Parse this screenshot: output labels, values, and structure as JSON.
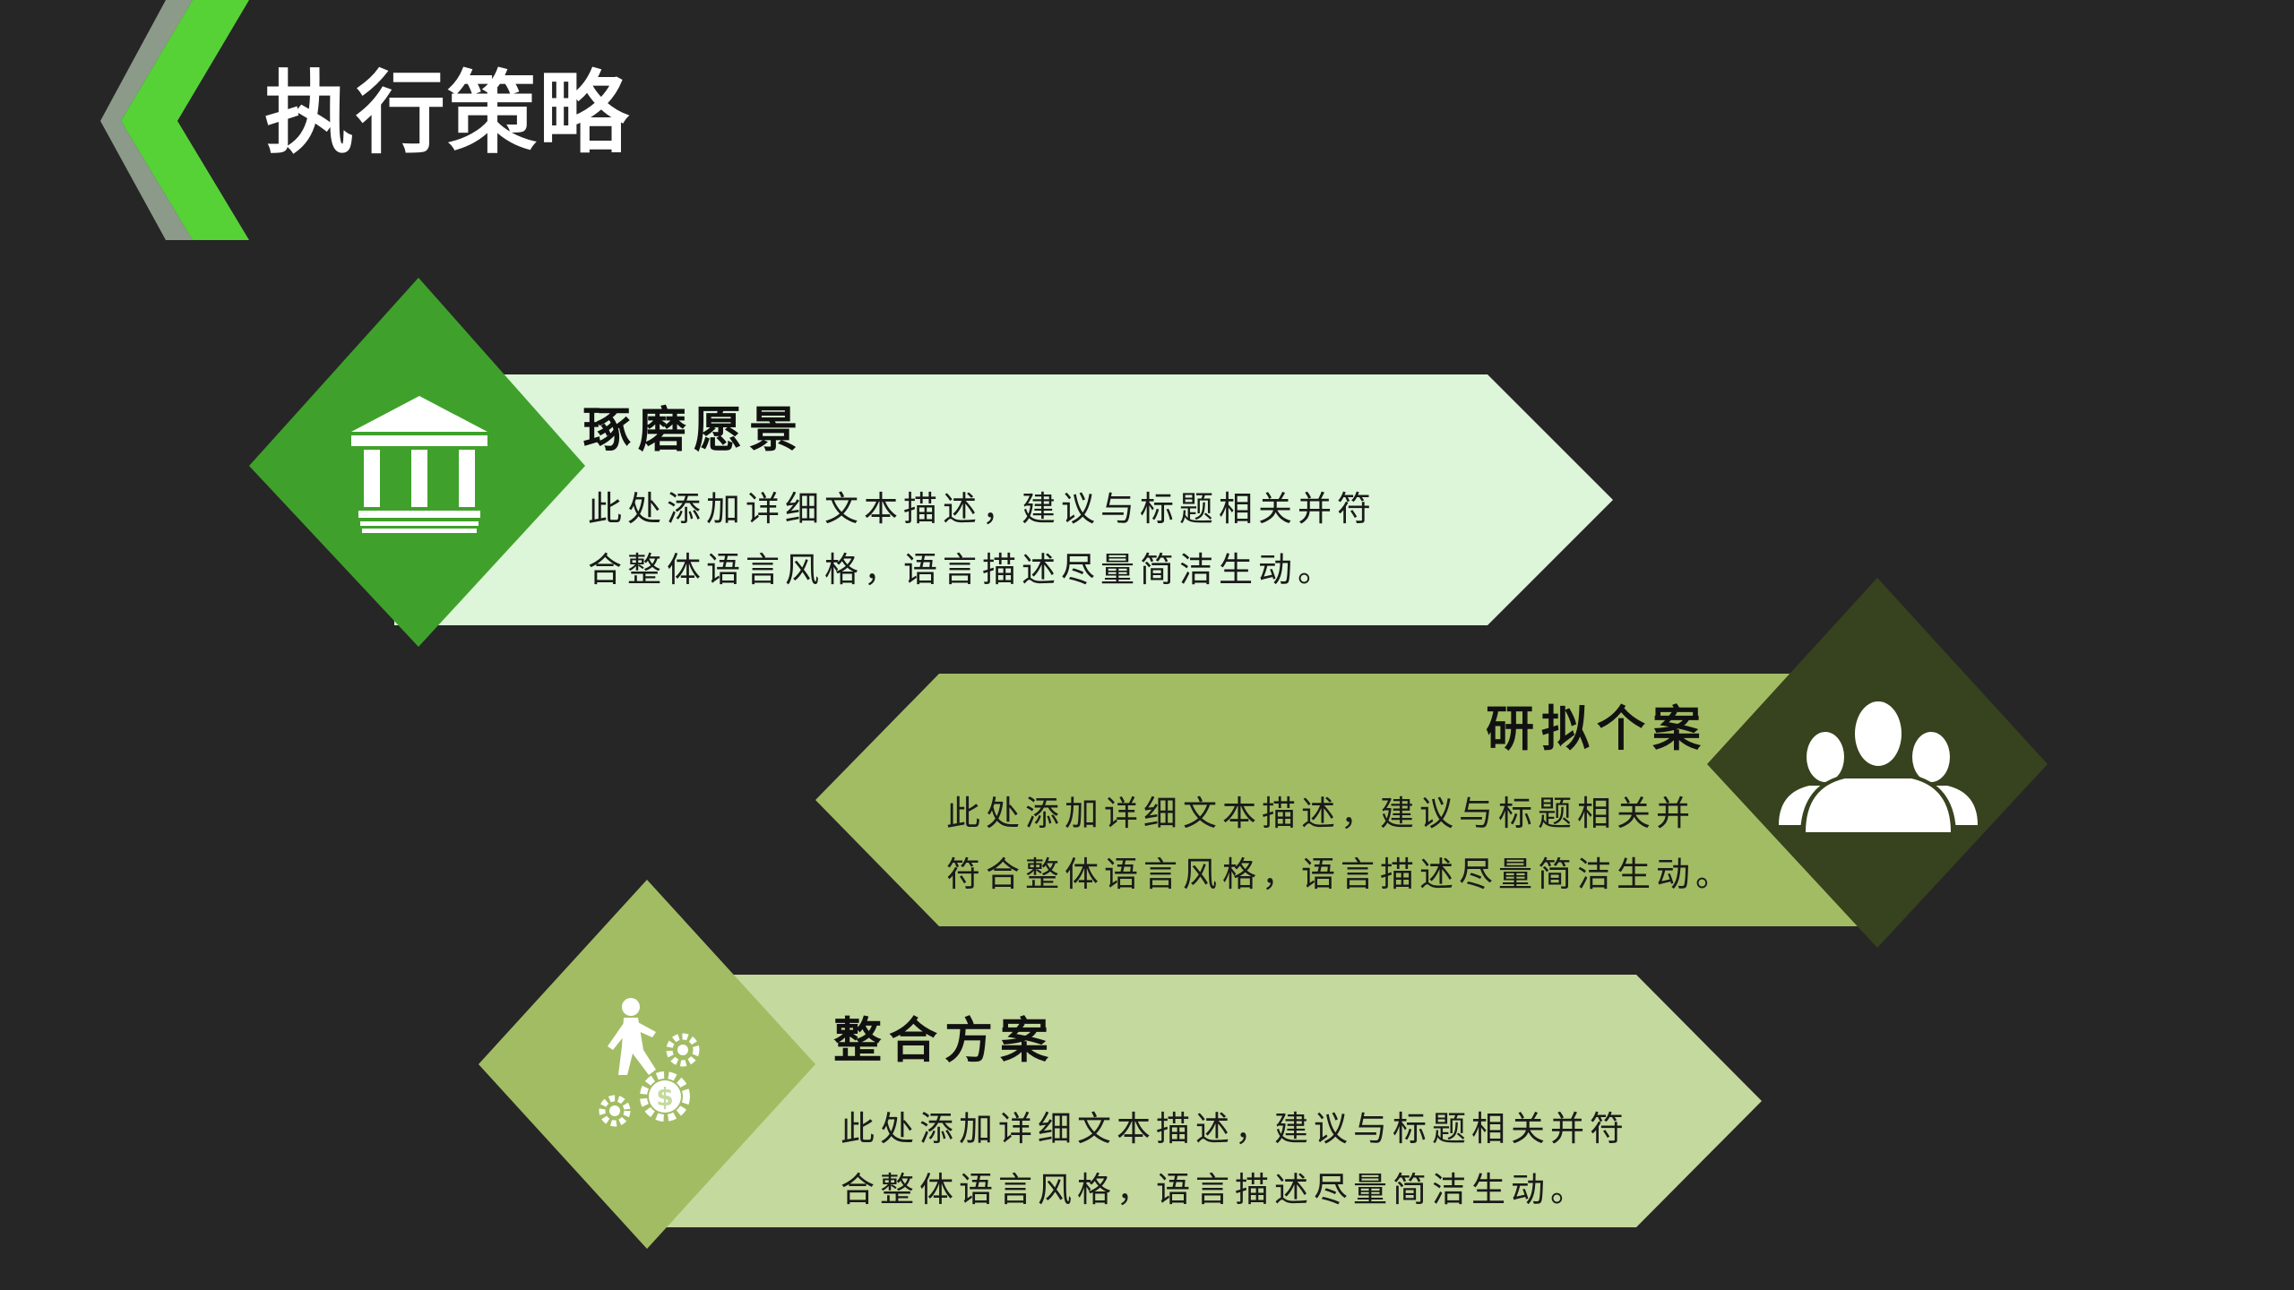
{
  "colors": {
    "background": "#262626",
    "accent_green": "#56d237",
    "accent_gray": "#8c9a8a",
    "card1_fill": "#ddf5d8",
    "card1_diamond": "#3fa12b",
    "card2_fill": "#a2bc64",
    "card2_diamond": "#37421e",
    "card3_fill": "#c4d99d",
    "card3_diamond": "#a2bc64",
    "icon": "#ffffff"
  },
  "header": {
    "title": "执行策略"
  },
  "items": [
    {
      "title": "琢磨愿景",
      "desc_lines": [
        "此处添加详细文本描述，建议与标题相关并符",
        "合整体语言风格，语言描述尽量简洁生动。"
      ],
      "icon": "bank-icon"
    },
    {
      "title": "研拟个案",
      "desc_lines": [
        "此处添加详细文本描述，建议与标题相关并",
        "符合整体语言风格，语言描述尽量简洁生动。"
      ],
      "icon": "people-group-icon"
    },
    {
      "title": "整合方案",
      "desc_lines": [
        "此处添加详细文本描述，建议与标题相关并符",
        "合整体语言风格，语言描述尽量简洁生动。"
      ],
      "icon": "businessman-gears-icon"
    }
  ]
}
